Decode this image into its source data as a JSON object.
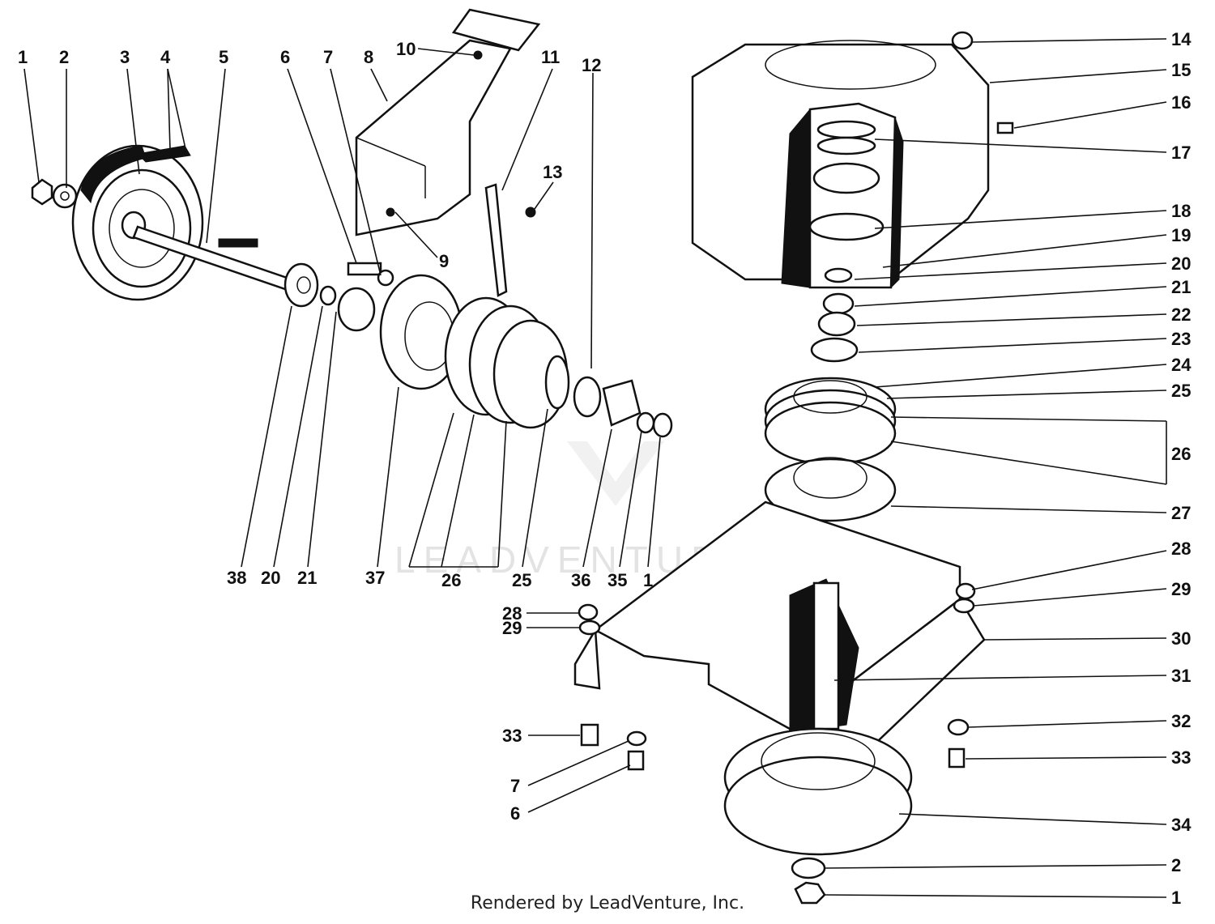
{
  "diagram": {
    "watermark": "LEADVENTURE",
    "footer": "Rendered by LeadVenture, Inc.",
    "callouts": [
      "1",
      "2",
      "3",
      "4",
      "5",
      "6",
      "7",
      "8",
      "10",
      "11",
      "12",
      "13",
      "9",
      "38",
      "20",
      "21",
      "37",
      "26",
      "25",
      "36",
      "35",
      "1",
      "14",
      "15",
      "16",
      "17",
      "18",
      "19",
      "20",
      "21",
      "22",
      "23",
      "24",
      "25",
      "26",
      "27",
      "28",
      "29",
      "30",
      "31",
      "32",
      "33",
      "34",
      "2",
      "1",
      "28",
      "29",
      "33",
      "7",
      "6"
    ]
  }
}
